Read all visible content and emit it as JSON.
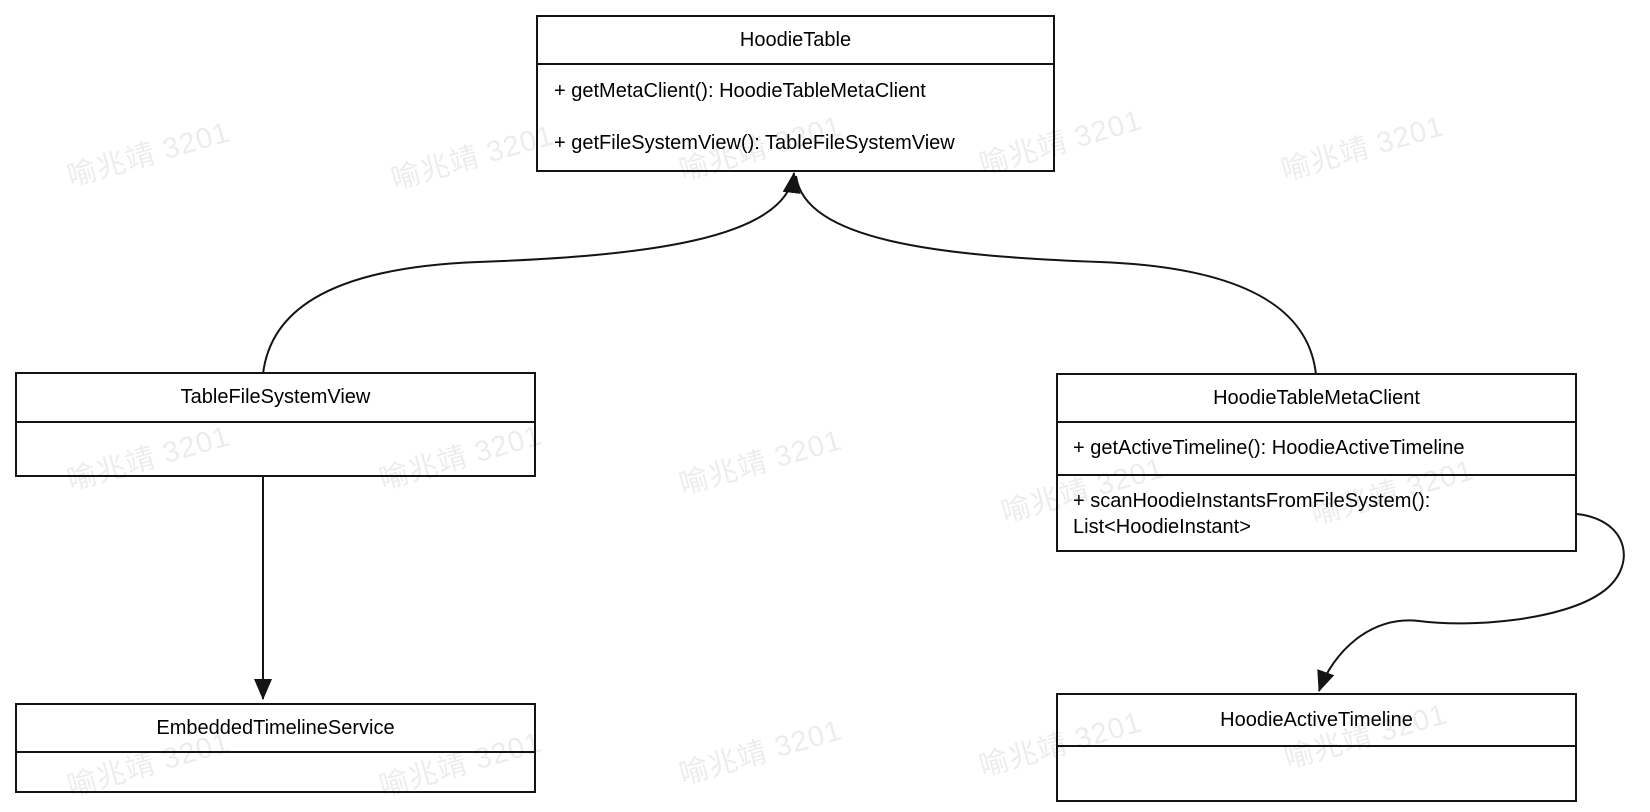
{
  "diagram": {
    "type": "uml-class-diagram",
    "classes": [
      {
        "name": "HoodieTable",
        "title": "HoodieTable",
        "compartments": [
          {
            "lines": [
              "+ getMetaClient(): HoodieTableMetaClient",
              "+ getFileSystemView(): TableFileSystemView"
            ]
          }
        ]
      },
      {
        "name": "TableFileSystemView",
        "title": "TableFileSystemView",
        "compartments": [
          {
            "lines": []
          }
        ]
      },
      {
        "name": "HoodieTableMetaClient",
        "title": "HoodieTableMetaClient",
        "compartments": [
          {
            "lines": [
              "+ getActiveTimeline(): HoodieActiveTimeline"
            ]
          },
          {
            "lines": [
              "+ scanHoodieInstantsFromFileSystem(): List<HoodieInstant>"
            ]
          }
        ]
      },
      {
        "name": "EmbeddedTimelineService",
        "title": "EmbeddedTimelineService",
        "compartments": [
          {
            "lines": []
          }
        ]
      },
      {
        "name": "HoodieActiveTimeline",
        "title": "HoodieActiveTimeline",
        "compartments": [
          {
            "lines": []
          }
        ]
      }
    ],
    "relationships": [
      {
        "from": "TableFileSystemView",
        "to": "HoodieTable",
        "line": "curved",
        "arrowhead": "filled-triangle"
      },
      {
        "from": "HoodieTableMetaClient",
        "to": "HoodieTable",
        "line": "curved",
        "arrowhead": "filled-triangle"
      },
      {
        "from": "TableFileSystemView",
        "to": "EmbeddedTimelineService",
        "line": "straight",
        "arrowhead": "filled-triangle"
      },
      {
        "from": "HoodieTableMetaClient",
        "to": "HoodieActiveTimeline",
        "line": "s-curve",
        "arrowhead": "filled-triangle"
      }
    ],
    "watermark": {
      "text": "喻兆靖 3201",
      "color": "#000000",
      "opacity": 0.07
    },
    "colors": {
      "background": "#ffffff",
      "border": "#141414",
      "text": "#000000"
    }
  }
}
